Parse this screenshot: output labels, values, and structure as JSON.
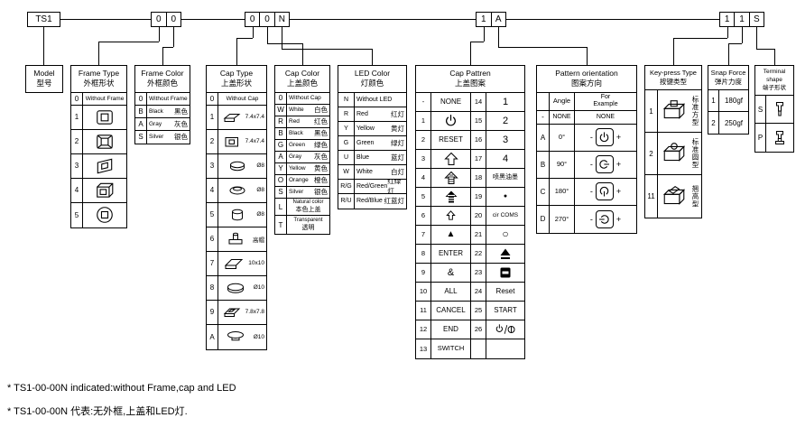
{
  "code_boxes": {
    "model": "TS1",
    "frame": [
      "0",
      "0"
    ],
    "cap": [
      "0",
      "0",
      "N"
    ],
    "pattern": [
      "1",
      "A"
    ],
    "key": [
      "1",
      "1",
      "S"
    ]
  },
  "model": {
    "title": "Model",
    "subtitle": "型号"
  },
  "frame_type": {
    "title": "Frame Type",
    "subtitle": "外框形状",
    "rows": [
      {
        "code": "0",
        "label": "Without Frame"
      },
      {
        "code": "1",
        "icon": "square-frame-icon"
      },
      {
        "code": "2",
        "icon": "square-frame-pattern-icon"
      },
      {
        "code": "3",
        "icon": "skewed-frame-icon"
      },
      {
        "code": "4",
        "icon": "frame-3d-icon"
      },
      {
        "code": "5",
        "icon": "round-frame-icon"
      }
    ]
  },
  "frame_color": {
    "title": "Frame Color",
    "subtitle": "外框颜色",
    "rows": [
      {
        "code": "0",
        "en": "Without Frame",
        "cn": ""
      },
      {
        "code": "B",
        "en": "Black",
        "cn": "黑色"
      },
      {
        "code": "A",
        "en": "Gray",
        "cn": "灰色"
      },
      {
        "code": "S",
        "en": "Silver",
        "cn": "银色"
      }
    ]
  },
  "cap_type": {
    "title": "Cap Type",
    "subtitle": "上盖形状",
    "rows": [
      {
        "code": "0",
        "label": "Without Cap"
      },
      {
        "code": "1",
        "note": "7.4x7.4",
        "icon": "flat-square-cap-icon"
      },
      {
        "code": "2",
        "note": "7.4x7.4",
        "icon": "recessed-square-cap-icon"
      },
      {
        "code": "3",
        "note": "Ø8",
        "icon": "round-cap-icon"
      },
      {
        "code": "4",
        "note": "Ø8",
        "icon": "dome-cap-icon"
      },
      {
        "code": "5",
        "note": "Ø8",
        "icon": "cylinder-cap-icon"
      },
      {
        "code": "6",
        "note": "高帽",
        "icon": "tall-cap-icon"
      },
      {
        "code": "7",
        "note": "10x10",
        "icon": "large-square-cap-icon"
      },
      {
        "code": "8",
        "note": "Ø10",
        "icon": "large-round-cap-icon"
      },
      {
        "code": "9",
        "note": "7.8x7.8",
        "icon": "recessed-square-cap2-icon"
      },
      {
        "code": "A",
        "note": "Ø10",
        "icon": "stepped-round-cap-icon"
      }
    ]
  },
  "cap_color": {
    "title": "Cap Color",
    "subtitle": "上盖颜色",
    "rows": [
      {
        "code": "0",
        "en": "Without Cap",
        "cn": ""
      },
      {
        "code": "W",
        "en": "White",
        "cn": "白色"
      },
      {
        "code": "R",
        "en": "Red",
        "cn": "红色"
      },
      {
        "code": "B",
        "en": "Black",
        "cn": "黑色"
      },
      {
        "code": "G",
        "en": "Green",
        "cn": "绿色"
      },
      {
        "code": "A",
        "en": "Gray",
        "cn": "灰色"
      },
      {
        "code": "Y",
        "en": "Yellow",
        "cn": "黄色"
      },
      {
        "code": "O",
        "en": "Orange",
        "cn": "橙色"
      },
      {
        "code": "S",
        "en": "Silver",
        "cn": "银色"
      },
      {
        "code": "L",
        "en": "Natural color",
        "cn": "本色上盖"
      },
      {
        "code": "T",
        "en": "Transparent",
        "cn": "透明"
      }
    ]
  },
  "led_color": {
    "title": "LED Color",
    "subtitle": "灯颜色",
    "rows": [
      {
        "code": "N",
        "en": "Without LED",
        "cn": ""
      },
      {
        "code": "R",
        "en": "Red",
        "cn": "红灯"
      },
      {
        "code": "Y",
        "en": "Yellow",
        "cn": "黄灯"
      },
      {
        "code": "G",
        "en": "Green",
        "cn": "绿灯"
      },
      {
        "code": "U",
        "en": "Blue",
        "cn": "蓝灯"
      },
      {
        "code": "W",
        "en": "White",
        "cn": "白灯"
      },
      {
        "code": "R/G",
        "en": "Red/Green",
        "cn": "红绿灯"
      },
      {
        "code": "R/U",
        "en": "Red/Blue",
        "cn": "红蓝灯"
      }
    ]
  },
  "cap_pattern": {
    "title": "Cap Pattren",
    "subtitle": "上盖图案",
    "left": [
      {
        "code": "-",
        "text": "NONE"
      },
      {
        "code": "1",
        "icon": "power-icon"
      },
      {
        "code": "2",
        "text": "RESET"
      },
      {
        "code": "3",
        "icon": "arrow-up-outline-icon"
      },
      {
        "code": "4",
        "icon": "arrow-up-hatched-icon"
      },
      {
        "code": "5",
        "icon": "arrow-up-striped-icon"
      },
      {
        "code": "6",
        "icon": "arrow-up-small-icon"
      },
      {
        "code": "7",
        "text": "▲"
      },
      {
        "code": "8",
        "text": "ENTER"
      },
      {
        "code": "9",
        "text": "&"
      },
      {
        "code": "10",
        "text": "ALL"
      },
      {
        "code": "11",
        "text": "CANCEL"
      },
      {
        "code": "12",
        "text": "END"
      },
      {
        "code": "13",
        "text": "SWITCH"
      }
    ],
    "right": [
      {
        "code": "14",
        "text": "1"
      },
      {
        "code": "15",
        "text": "2"
      },
      {
        "code": "16",
        "text": "3"
      },
      {
        "code": "17",
        "text": "4"
      },
      {
        "code": "18",
        "text": "喷黑油墨"
      },
      {
        "code": "19",
        "text": "●"
      },
      {
        "code": "20",
        "text": "cir COMS"
      },
      {
        "code": "21",
        "text": "○"
      },
      {
        "code": "22",
        "icon": "eject-symbol-icon"
      },
      {
        "code": "23",
        "icon": "black-square-icon"
      },
      {
        "code": "24",
        "text": "Reset"
      },
      {
        "code": "25",
        "text": "START"
      },
      {
        "code": "26",
        "icon": "io-symbols-icon"
      }
    ]
  },
  "orientation": {
    "title": "Pattern orientation",
    "subtitle": "图案方向",
    "col_angle": "Angle",
    "col_example": "For Example",
    "none_row": {
      "code": "-",
      "angle": "NONE",
      "example": "NONE"
    },
    "minus": "-",
    "plus": "+",
    "rows": [
      {
        "code": "A",
        "angle": "0°"
      },
      {
        "code": "B",
        "angle": "90°"
      },
      {
        "code": "C",
        "angle": "180°"
      },
      {
        "code": "D",
        "angle": "270°"
      }
    ]
  },
  "keypress": {
    "title": "Key-press Type",
    "subtitle": "按键类型",
    "rows": [
      {
        "code": "1",
        "label": "标准方型",
        "icon": "square-plunger-switch-icon"
      },
      {
        "code": "2",
        "label": "标准圆型",
        "icon": "round-plunger-switch-icon"
      },
      {
        "code": "11",
        "label": "翘高型",
        "icon": "raised-plunger-switch-icon"
      }
    ]
  },
  "snap_force": {
    "title": "Snap Force",
    "subtitle": "弹片力度",
    "rows": [
      {
        "code": "1",
        "label": "180gf"
      },
      {
        "code": "2",
        "label": "250gf"
      }
    ]
  },
  "terminal": {
    "title": "Terminal shape",
    "subtitle": "端子形状",
    "rows": [
      {
        "code": "S",
        "icon": "terminal-s-icon"
      },
      {
        "code": "P",
        "icon": "terminal-p-icon"
      }
    ]
  },
  "footnotes": [
    "* TS1-00-00N indicated:without Frame,cap and LED",
    "* TS1-00-00N 代表:无外框,上盖和LED灯."
  ]
}
